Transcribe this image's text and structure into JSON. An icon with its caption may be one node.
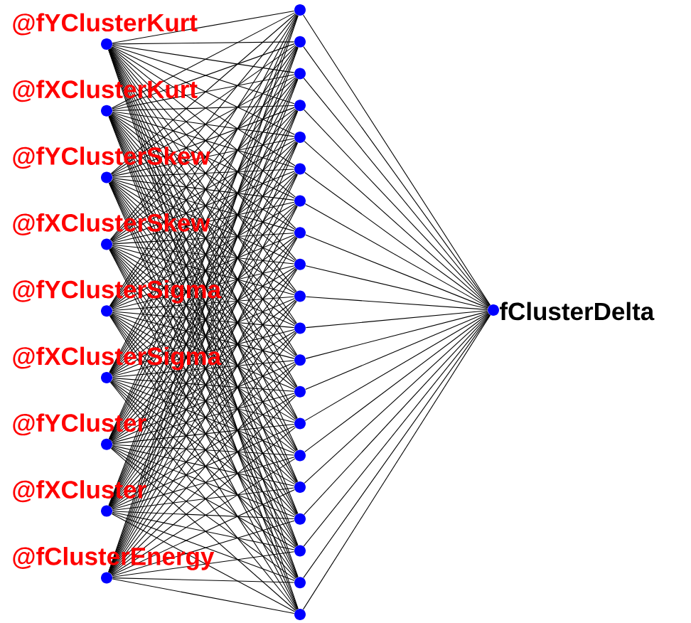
{
  "diagram": {
    "nodes": [
      {
        "text": [],
        "shape": "circle",
        "beside": [
          "@fYClusterKurt"
        ]
      },
      {
        "text": [],
        "shape": "circle",
        "beside": [
          "@fXClusterKurt"
        ]
      },
      {
        "text": [],
        "shape": "circle",
        "beside": [
          "@fYClusterSkew"
        ]
      },
      {
        "text": [],
        "shape": "circle",
        "beside": [
          "@fXClusterSkew"
        ]
      },
      {
        "text": [],
        "shape": "circle",
        "beside": [
          "@fYClusterSigma"
        ]
      },
      {
        "text": [],
        "shape": "circle",
        "beside": [
          "@fXClusterSigma"
        ]
      },
      {
        "text": [],
        "shape": "circle",
        "beside": [
          "@fYCluster"
        ]
      },
      {
        "text": [],
        "shape": "circle",
        "beside": [
          "@fXCluster"
        ]
      },
      {
        "text": [],
        "shape": "circle",
        "beside": [
          "@fClusterEnergy"
        ]
      },
      {
        "text": [],
        "shape": "circle"
      },
      {
        "text": [],
        "shape": "circle"
      },
      {
        "text": [],
        "shape": "circle"
      },
      {
        "text": [],
        "shape": "circle"
      },
      {
        "text": [],
        "shape": "circle"
      },
      {
        "text": [],
        "shape": "circle"
      },
      {
        "text": [],
        "shape": "circle"
      },
      {
        "text": [],
        "shape": "circle"
      },
      {
        "text": [],
        "shape": "circle"
      },
      {
        "text": [],
        "shape": "circle"
      },
      {
        "text": [],
        "shape": "circle"
      },
      {
        "text": [],
        "shape": "circle"
      },
      {
        "text": [],
        "shape": "circle"
      },
      {
        "text": [],
        "shape": "circle"
      },
      {
        "text": [],
        "shape": "circle"
      },
      {
        "text": [],
        "shape": "circle"
      },
      {
        "text": [],
        "shape": "circle"
      },
      {
        "text": [],
        "shape": "circle"
      },
      {
        "text": [],
        "shape": "circle"
      },
      {
        "text": [],
        "shape": "circle"
      },
      {
        "text": [],
        "shape": "circle",
        "beside": [
          "fClusterDelta"
        ]
      }
    ],
    "edges": [
      {
        "from": 0,
        "to": 9,
        "arrow": "none"
      },
      {
        "from": 0,
        "to": 10,
        "arrow": "none"
      },
      {
        "from": 0,
        "to": 11,
        "arrow": "none"
      },
      {
        "from": 0,
        "to": 12,
        "arrow": "none"
      },
      {
        "from": 0,
        "to": 13,
        "arrow": "none"
      },
      {
        "from": 0,
        "to": 14,
        "arrow": "none"
      },
      {
        "from": 0,
        "to": 15,
        "arrow": "none"
      },
      {
        "from": 0,
        "to": 16,
        "arrow": "none"
      },
      {
        "from": 0,
        "to": 17,
        "arrow": "none"
      },
      {
        "from": 0,
        "to": 18,
        "arrow": "none"
      },
      {
        "from": 0,
        "to": 19,
        "arrow": "none"
      },
      {
        "from": 0,
        "to": 20,
        "arrow": "none"
      },
      {
        "from": 0,
        "to": 21,
        "arrow": "none"
      },
      {
        "from": 0,
        "to": 22,
        "arrow": "none"
      },
      {
        "from": 0,
        "to": 23,
        "arrow": "none"
      },
      {
        "from": 0,
        "to": 24,
        "arrow": "none"
      },
      {
        "from": 0,
        "to": 25,
        "arrow": "none"
      },
      {
        "from": 0,
        "to": 26,
        "arrow": "none"
      },
      {
        "from": 0,
        "to": 27,
        "arrow": "none"
      },
      {
        "from": 0,
        "to": 28,
        "arrow": "none"
      },
      {
        "from": 1,
        "to": 9,
        "arrow": "none"
      },
      {
        "from": 1,
        "to": 10,
        "arrow": "none"
      },
      {
        "from": 1,
        "to": 11,
        "arrow": "none"
      },
      {
        "from": 1,
        "to": 12,
        "arrow": "none"
      },
      {
        "from": 1,
        "to": 13,
        "arrow": "none"
      },
      {
        "from": 1,
        "to": 14,
        "arrow": "none"
      },
      {
        "from": 1,
        "to": 15,
        "arrow": "none"
      },
      {
        "from": 1,
        "to": 16,
        "arrow": "none"
      },
      {
        "from": 1,
        "to": 17,
        "arrow": "none"
      },
      {
        "from": 1,
        "to": 18,
        "arrow": "none"
      },
      {
        "from": 1,
        "to": 19,
        "arrow": "none"
      },
      {
        "from": 1,
        "to": 20,
        "arrow": "none"
      },
      {
        "from": 1,
        "to": 21,
        "arrow": "none"
      },
      {
        "from": 1,
        "to": 22,
        "arrow": "none"
      },
      {
        "from": 1,
        "to": 23,
        "arrow": "none"
      },
      {
        "from": 1,
        "to": 24,
        "arrow": "none"
      },
      {
        "from": 1,
        "to": 25,
        "arrow": "none"
      },
      {
        "from": 1,
        "to": 26,
        "arrow": "none"
      },
      {
        "from": 1,
        "to": 27,
        "arrow": "none"
      },
      {
        "from": 1,
        "to": 28,
        "arrow": "none"
      },
      {
        "from": 2,
        "to": 9,
        "arrow": "none"
      },
      {
        "from": 2,
        "to": 10,
        "arrow": "none"
      },
      {
        "from": 2,
        "to": 11,
        "arrow": "none"
      },
      {
        "from": 2,
        "to": 12,
        "arrow": "none"
      },
      {
        "from": 2,
        "to": 13,
        "arrow": "none"
      },
      {
        "from": 2,
        "to": 14,
        "arrow": "none"
      },
      {
        "from": 2,
        "to": 15,
        "arrow": "none"
      },
      {
        "from": 2,
        "to": 16,
        "arrow": "none"
      },
      {
        "from": 2,
        "to": 17,
        "arrow": "none"
      },
      {
        "from": 2,
        "to": 18,
        "arrow": "none"
      },
      {
        "from": 2,
        "to": 19,
        "arrow": "none"
      },
      {
        "from": 2,
        "to": 20,
        "arrow": "none"
      },
      {
        "from": 2,
        "to": 21,
        "arrow": "none"
      },
      {
        "from": 2,
        "to": 22,
        "arrow": "none"
      },
      {
        "from": 2,
        "to": 23,
        "arrow": "none"
      },
      {
        "from": 2,
        "to": 24,
        "arrow": "none"
      },
      {
        "from": 2,
        "to": 25,
        "arrow": "none"
      },
      {
        "from": 2,
        "to": 26,
        "arrow": "none"
      },
      {
        "from": 2,
        "to": 27,
        "arrow": "none"
      },
      {
        "from": 2,
        "to": 28,
        "arrow": "none"
      },
      {
        "from": 3,
        "to": 9,
        "arrow": "none"
      },
      {
        "from": 3,
        "to": 10,
        "arrow": "none"
      },
      {
        "from": 3,
        "to": 11,
        "arrow": "none"
      },
      {
        "from": 3,
        "to": 12,
        "arrow": "none"
      },
      {
        "from": 3,
        "to": 13,
        "arrow": "none"
      },
      {
        "from": 3,
        "to": 14,
        "arrow": "none"
      },
      {
        "from": 3,
        "to": 15,
        "arrow": "none"
      },
      {
        "from": 3,
        "to": 16,
        "arrow": "none"
      },
      {
        "from": 3,
        "to": 17,
        "arrow": "none"
      },
      {
        "from": 3,
        "to": 18,
        "arrow": "none"
      },
      {
        "from": 3,
        "to": 19,
        "arrow": "none"
      },
      {
        "from": 3,
        "to": 20,
        "arrow": "none"
      },
      {
        "from": 3,
        "to": 21,
        "arrow": "none"
      },
      {
        "from": 3,
        "to": 22,
        "arrow": "none"
      },
      {
        "from": 3,
        "to": 23,
        "arrow": "none"
      },
      {
        "from": 3,
        "to": 24,
        "arrow": "none"
      },
      {
        "from": 3,
        "to": 25,
        "arrow": "none"
      },
      {
        "from": 3,
        "to": 26,
        "arrow": "none"
      },
      {
        "from": 3,
        "to": 27,
        "arrow": "none"
      },
      {
        "from": 3,
        "to": 28,
        "arrow": "none"
      },
      {
        "from": 4,
        "to": 9,
        "arrow": "none"
      },
      {
        "from": 4,
        "to": 10,
        "arrow": "none"
      },
      {
        "from": 4,
        "to": 11,
        "arrow": "none"
      },
      {
        "from": 4,
        "to": 12,
        "arrow": "none"
      },
      {
        "from": 4,
        "to": 13,
        "arrow": "none"
      },
      {
        "from": 4,
        "to": 14,
        "arrow": "none"
      },
      {
        "from": 4,
        "to": 15,
        "arrow": "none"
      },
      {
        "from": 4,
        "to": 16,
        "arrow": "none"
      },
      {
        "from": 4,
        "to": 17,
        "arrow": "none"
      },
      {
        "from": 4,
        "to": 18,
        "arrow": "none"
      },
      {
        "from": 4,
        "to": 19,
        "arrow": "none"
      },
      {
        "from": 4,
        "to": 20,
        "arrow": "none"
      },
      {
        "from": 4,
        "to": 21,
        "arrow": "none"
      },
      {
        "from": 4,
        "to": 22,
        "arrow": "none"
      },
      {
        "from": 4,
        "to": 23,
        "arrow": "none"
      },
      {
        "from": 4,
        "to": 24,
        "arrow": "none"
      },
      {
        "from": 4,
        "to": 25,
        "arrow": "none"
      },
      {
        "from": 4,
        "to": 26,
        "arrow": "none"
      },
      {
        "from": 4,
        "to": 27,
        "arrow": "none"
      },
      {
        "from": 4,
        "to": 28,
        "arrow": "none"
      },
      {
        "from": 5,
        "to": 9,
        "arrow": "none"
      },
      {
        "from": 5,
        "to": 10,
        "arrow": "none"
      },
      {
        "from": 5,
        "to": 11,
        "arrow": "none"
      },
      {
        "from": 5,
        "to": 12,
        "arrow": "none"
      },
      {
        "from": 5,
        "to": 13,
        "arrow": "none"
      },
      {
        "from": 5,
        "to": 14,
        "arrow": "none"
      },
      {
        "from": 5,
        "to": 15,
        "arrow": "none"
      },
      {
        "from": 5,
        "to": 16,
        "arrow": "none"
      },
      {
        "from": 5,
        "to": 17,
        "arrow": "none"
      },
      {
        "from": 5,
        "to": 18,
        "arrow": "none"
      },
      {
        "from": 5,
        "to": 19,
        "arrow": "none"
      },
      {
        "from": 5,
        "to": 20,
        "arrow": "none"
      },
      {
        "from": 5,
        "to": 21,
        "arrow": "none"
      },
      {
        "from": 5,
        "to": 22,
        "arrow": "none"
      },
      {
        "from": 5,
        "to": 23,
        "arrow": "none"
      },
      {
        "from": 5,
        "to": 24,
        "arrow": "none"
      },
      {
        "from": 5,
        "to": 25,
        "arrow": "none"
      },
      {
        "from": 5,
        "to": 26,
        "arrow": "none"
      },
      {
        "from": 5,
        "to": 27,
        "arrow": "none"
      },
      {
        "from": 5,
        "to": 28,
        "arrow": "none"
      },
      {
        "from": 6,
        "to": 9,
        "arrow": "none"
      },
      {
        "from": 6,
        "to": 10,
        "arrow": "none"
      },
      {
        "from": 6,
        "to": 11,
        "arrow": "none"
      },
      {
        "from": 6,
        "to": 12,
        "arrow": "none"
      },
      {
        "from": 6,
        "to": 13,
        "arrow": "none"
      },
      {
        "from": 6,
        "to": 14,
        "arrow": "none"
      },
      {
        "from": 6,
        "to": 15,
        "arrow": "none"
      },
      {
        "from": 6,
        "to": 16,
        "arrow": "none"
      },
      {
        "from": 6,
        "to": 17,
        "arrow": "none"
      },
      {
        "from": 6,
        "to": 18,
        "arrow": "none"
      },
      {
        "from": 6,
        "to": 19,
        "arrow": "none"
      },
      {
        "from": 6,
        "to": 20,
        "arrow": "none"
      },
      {
        "from": 6,
        "to": 21,
        "arrow": "none"
      },
      {
        "from": 6,
        "to": 22,
        "arrow": "none"
      },
      {
        "from": 6,
        "to": 23,
        "arrow": "none"
      },
      {
        "from": 6,
        "to": 24,
        "arrow": "none"
      },
      {
        "from": 6,
        "to": 25,
        "arrow": "none"
      },
      {
        "from": 6,
        "to": 26,
        "arrow": "none"
      },
      {
        "from": 6,
        "to": 27,
        "arrow": "none"
      },
      {
        "from": 6,
        "to": 28,
        "arrow": "none"
      },
      {
        "from": 7,
        "to": 9,
        "arrow": "none"
      },
      {
        "from": 7,
        "to": 10,
        "arrow": "none"
      },
      {
        "from": 7,
        "to": 11,
        "arrow": "none"
      },
      {
        "from": 7,
        "to": 12,
        "arrow": "none"
      },
      {
        "from": 7,
        "to": 13,
        "arrow": "none"
      },
      {
        "from": 7,
        "to": 14,
        "arrow": "none"
      },
      {
        "from": 7,
        "to": 15,
        "arrow": "none"
      },
      {
        "from": 7,
        "to": 16,
        "arrow": "none"
      },
      {
        "from": 7,
        "to": 17,
        "arrow": "none"
      },
      {
        "from": 7,
        "to": 18,
        "arrow": "none"
      },
      {
        "from": 7,
        "to": 19,
        "arrow": "none"
      },
      {
        "from": 7,
        "to": 20,
        "arrow": "none"
      },
      {
        "from": 7,
        "to": 21,
        "arrow": "none"
      },
      {
        "from": 7,
        "to": 22,
        "arrow": "none"
      },
      {
        "from": 7,
        "to": 23,
        "arrow": "none"
      },
      {
        "from": 7,
        "to": 24,
        "arrow": "none"
      },
      {
        "from": 7,
        "to": 25,
        "arrow": "none"
      },
      {
        "from": 7,
        "to": 26,
        "arrow": "none"
      },
      {
        "from": 7,
        "to": 27,
        "arrow": "none"
      },
      {
        "from": 7,
        "to": 28,
        "arrow": "none"
      },
      {
        "from": 8,
        "to": 9,
        "arrow": "none"
      },
      {
        "from": 8,
        "to": 10,
        "arrow": "none"
      },
      {
        "from": 8,
        "to": 11,
        "arrow": "none"
      },
      {
        "from": 8,
        "to": 12,
        "arrow": "none"
      },
      {
        "from": 8,
        "to": 13,
        "arrow": "none"
      },
      {
        "from": 8,
        "to": 14,
        "arrow": "none"
      },
      {
        "from": 8,
        "to": 15,
        "arrow": "none"
      },
      {
        "from": 8,
        "to": 16,
        "arrow": "none"
      },
      {
        "from": 8,
        "to": 17,
        "arrow": "none"
      },
      {
        "from": 8,
        "to": 18,
        "arrow": "none"
      },
      {
        "from": 8,
        "to": 19,
        "arrow": "none"
      },
      {
        "from": 8,
        "to": 20,
        "arrow": "none"
      },
      {
        "from": 8,
        "to": 21,
        "arrow": "none"
      },
      {
        "from": 8,
        "to": 22,
        "arrow": "none"
      },
      {
        "from": 8,
        "to": 23,
        "arrow": "none"
      },
      {
        "from": 8,
        "to": 24,
        "arrow": "none"
      },
      {
        "from": 8,
        "to": 25,
        "arrow": "none"
      },
      {
        "from": 8,
        "to": 26,
        "arrow": "none"
      },
      {
        "from": 8,
        "to": 27,
        "arrow": "none"
      },
      {
        "from": 8,
        "to": 28,
        "arrow": "none"
      },
      {
        "from": 9,
        "to": 29,
        "arrow": "none"
      },
      {
        "from": 10,
        "to": 29,
        "arrow": "none"
      },
      {
        "from": 11,
        "to": 29,
        "arrow": "none"
      },
      {
        "from": 12,
        "to": 29,
        "arrow": "none"
      },
      {
        "from": 13,
        "to": 29,
        "arrow": "none"
      },
      {
        "from": 14,
        "to": 29,
        "arrow": "none"
      },
      {
        "from": 15,
        "to": 29,
        "arrow": "none"
      },
      {
        "from": 16,
        "to": 29,
        "arrow": "none"
      },
      {
        "from": 17,
        "to": 29,
        "arrow": "none"
      },
      {
        "from": 18,
        "to": 29,
        "arrow": "none"
      },
      {
        "from": 19,
        "to": 29,
        "arrow": "none"
      },
      {
        "from": 20,
        "to": 29,
        "arrow": "none"
      },
      {
        "from": 21,
        "to": 29,
        "arrow": "none"
      },
      {
        "from": 22,
        "to": 29,
        "arrow": "none"
      },
      {
        "from": 23,
        "to": 29,
        "arrow": "none"
      },
      {
        "from": 24,
        "to": 29,
        "arrow": "none"
      },
      {
        "from": 25,
        "to": 29,
        "arrow": "none"
      },
      {
        "from": 26,
        "to": 29,
        "arrow": "none"
      },
      {
        "from": 27,
        "to": 29,
        "arrow": "none"
      },
      {
        "from": 28,
        "to": 29,
        "arrow": "none"
      }
    ]
  }
}
